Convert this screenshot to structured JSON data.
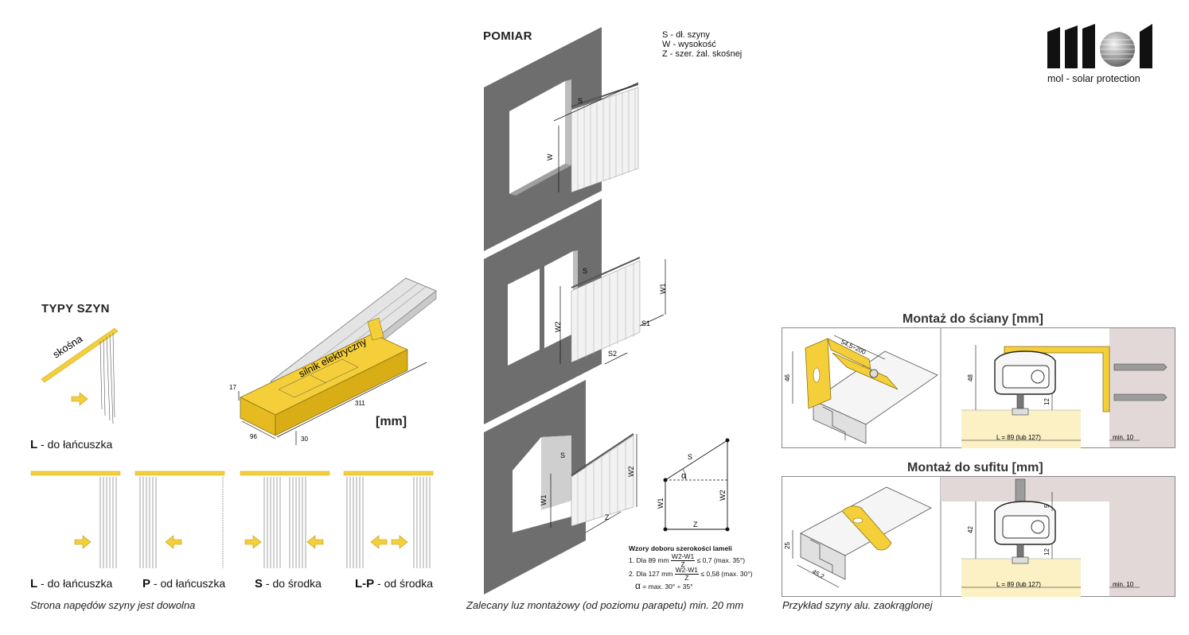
{
  "brand": {
    "tagline": "mol - solar protection"
  },
  "rail_types": {
    "title": "TYPY SZYN",
    "slanted_label": "skośna",
    "slanted_type": {
      "code": "L",
      "desc": " - do łańcuszka"
    },
    "motor_label": "silnik elektryczny",
    "unit_label": "[mm]",
    "dims": {
      "height": "17",
      "width": "96",
      "depth": "30",
      "length": "311"
    },
    "drives": [
      {
        "code": "L",
        "desc": " - do łańcuszka"
      },
      {
        "code": "P",
        "desc": " - od łańcuszka"
      },
      {
        "code": "S",
        "desc": " - do środka"
      },
      {
        "code": "L-P",
        "desc": " - od środka"
      }
    ],
    "caption": "Strona napędów szyny jest dowolna"
  },
  "measure": {
    "title": "POMIAR",
    "legend": [
      "S - dł. szyny",
      "W - wysokość",
      "Z - szer. żal. skośnej"
    ],
    "labels": {
      "s": "S",
      "w": "W",
      "w1": "W1",
      "w2": "W2",
      "s1": "S1",
      "s2": "S2",
      "z": "Z",
      "alpha": "α"
    },
    "formulas_title": "Wzory doboru szerokości lameli",
    "formula1": {
      "prefix": "1. Dla 89 mm",
      "num": "W2-W1",
      "den": "Z",
      "suffix": "≤ 0,7  (max. 35°)"
    },
    "formula2": {
      "prefix": "2. Dla 127 mm",
      "num": "W2-W1",
      "den": "Z",
      "suffix": "≤ 0,58  (max. 30°)"
    },
    "formula3": {
      "symbol": "α",
      "text": " = max. 30° ÷ 35°"
    },
    "caption": "Zalecany luz montażowy (od poziomu parapetu) min. 20 mm"
  },
  "mounting": {
    "wall_title": "Montaż do ściany [mm]",
    "ceiling_title": "Montaż do sufitu [mm]",
    "wall_dims": {
      "a": "54,5÷200",
      "b": "46",
      "c": "48",
      "d": "12",
      "l": "L = 89 (lub 127)",
      "min": "min. 10"
    },
    "ceiling_dims": {
      "a": "25",
      "b": "45,2",
      "c": "42",
      "d": "5",
      "e": "12",
      "l": "L = 89 (lub 127)",
      "min": "min. 10"
    },
    "caption": "Przykład szyny alu. zaokrąglonej"
  },
  "colors": {
    "accent": "#f5cf3a",
    "wall": "#6e6e6e",
    "panel_border": "#888888"
  }
}
